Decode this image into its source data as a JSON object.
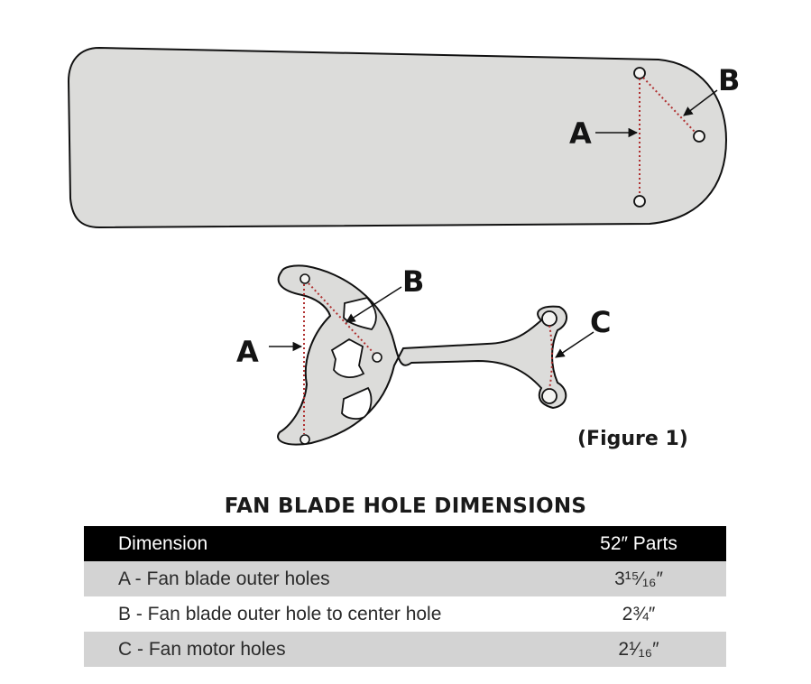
{
  "figure": {
    "caption": "(Figure 1)",
    "blade_labels": {
      "a": "A",
      "b": "B"
    },
    "bracket_labels": {
      "a": "A",
      "b": "B",
      "c": "C"
    }
  },
  "table": {
    "title": "FAN BLADE HOLE DIMENSIONS",
    "header": {
      "dimension": "Dimension",
      "parts": "52″ Parts"
    },
    "rows": [
      {
        "dimension": "A - Fan blade outer holes",
        "value": "3¹⁵⁄₁₆″"
      },
      {
        "dimension": "B - Fan blade outer hole to center hole",
        "value": "2¾″"
      },
      {
        "dimension": "C - Fan motor holes",
        "value": "2¹⁄₁₆″"
      }
    ]
  },
  "colors": {
    "part_fill": "#dcdcda",
    "outline": "#111111",
    "dotted_line": "#b03030",
    "header_bg": "#000000",
    "shaded_row": "#d3d3d3"
  }
}
